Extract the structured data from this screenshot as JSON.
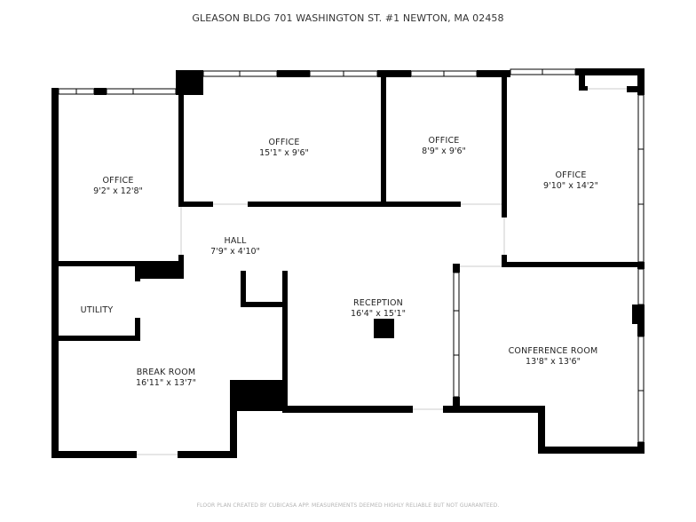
{
  "header": {
    "title": "GLEASON BLDG 701 WASHINGTON ST. #1 NEWTON, MA 02458"
  },
  "footer": {
    "disclaimer": "FLOOR PLAN CREATED BY CUBICASA APP. MEASUREMENTS DEEMED HIGHLY RELIABLE BUT NOT GUARANTEED."
  },
  "colors": {
    "wall": "#000000",
    "window": "#ffffff",
    "window_stroke": "#000000",
    "background": "#ffffff",
    "text": "#222222"
  },
  "rooms": [
    {
      "name": "OFFICE",
      "dims": "9'2\" x 12'8\""
    },
    {
      "name": "OFFICE",
      "dims": "15'1\" x 9'6\""
    },
    {
      "name": "OFFICE",
      "dims": "8'9\" x 9'6\""
    },
    {
      "name": "OFFICE",
      "dims": "9'10\" x 14'2\""
    },
    {
      "name": "HALL",
      "dims": "7'9\" x 4'10\""
    },
    {
      "name": "UTILITY",
      "dims": ""
    },
    {
      "name": "RECEPTION",
      "dims": "16'4\" x 15'1\""
    },
    {
      "name": "CONFERENCE ROOM",
      "dims": "13'8\" x 13'6\""
    },
    {
      "name": "BREAK ROOM",
      "dims": "16'11\" x 13'7\""
    }
  ]
}
